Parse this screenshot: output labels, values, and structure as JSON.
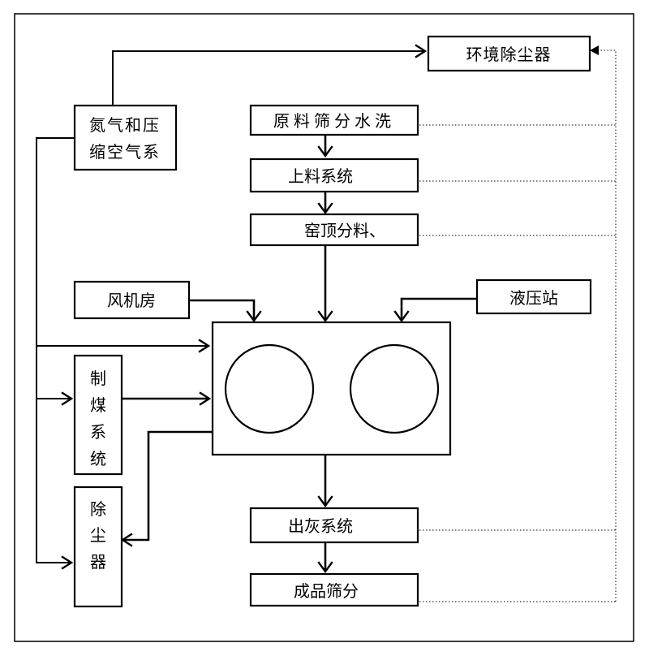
{
  "nodes": {
    "env_dust": "环境除尘器",
    "nitrogen_l1": "氮气和压",
    "nitrogen_l2": "缩空气系",
    "raw_screen": "原料筛分水洗",
    "feeding": "上料系统",
    "kiln_top": "窑顶分料、",
    "fan_room": "风机房",
    "hydraulic": "液压站",
    "coal_c1": "制",
    "coal_c2": "煤",
    "coal_c3": "系",
    "coal_c4": "统",
    "dust_c1": "除",
    "dust_c2": "尘",
    "dust_c3": "器",
    "ash_out": "出灰系统",
    "product_screen": "成品筛分"
  }
}
